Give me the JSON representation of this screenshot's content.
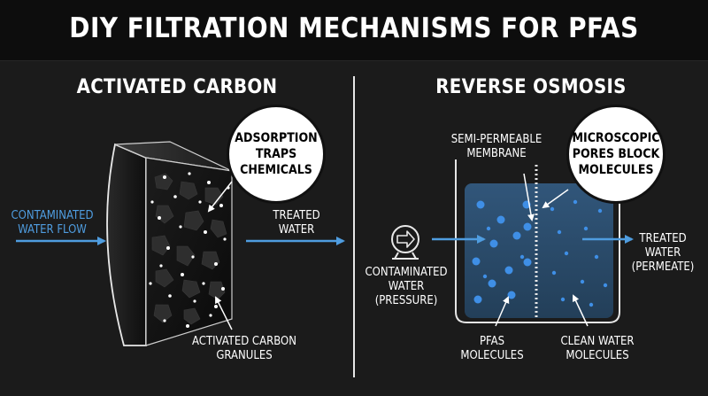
{
  "title": "DIY FILTRATION MECHANISMS FOR PFAS",
  "left": {
    "heading": "ACTIVATED CARBON",
    "callout": "ADSORPTION\nTRAPS\nCHEMICALS",
    "inflow_label": "CONTAMINATED\nWATER FLOW",
    "outflow_label": "TREATED\nWATER",
    "granules_label": "ACTIVATED CARBON\nGRANULES"
  },
  "right": {
    "heading": "REVERSE OSMOSIS",
    "membrane_label": "SEMI-PERMEABLE\nMEMBRANE",
    "callout": "MICROSCOPIC\nPORES BLOCK\nMOLECULES",
    "inflow_label": "CONTAMINATED\nWATER\n(PRESSURE)",
    "outflow_label": "TREATED\nWATER\n(PERMEATE)",
    "pfas_label": "PFAS\nMOLECULES",
    "clean_label": "CLEAN WATER\nMOLECULES"
  },
  "colors": {
    "background": "#1b1b1b",
    "accent_blue": "#4f9de0",
    "molecule_blue": "#3f8fe6",
    "water": "#2d4f6a"
  }
}
